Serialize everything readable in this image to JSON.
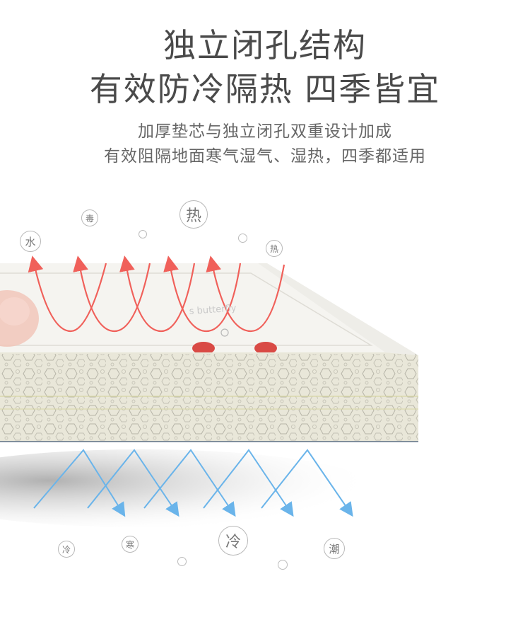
{
  "headline": {
    "line1": "独立闭孔结构",
    "line2": "有效防冷隔热  四季皆宜"
  },
  "subtitle": {
    "line1": "加厚垫芯与独立闭孔双重设计加成",
    "line2": "有效阻隔地面寒气湿气、湿热，四季都适用"
  },
  "top_bubbles": {
    "du": "毒",
    "re_big": "热",
    "shui": "水",
    "re_small": "热"
  },
  "mat": {
    "print_text": "s butterfly"
  },
  "bottom_bubbles": {
    "leng_small": "冷",
    "han": "寒",
    "leng_big": "冷",
    "chao": "潮"
  },
  "colors": {
    "heat_arrow": "#f0605a",
    "cold_arrow": "#6ab4ea",
    "foam_side": "#e9e7d9",
    "mat_top": "#f4f3ef"
  }
}
